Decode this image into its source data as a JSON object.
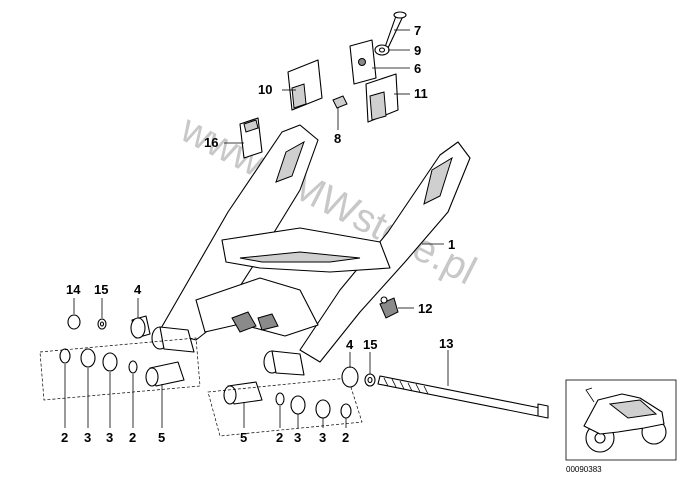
{
  "diagram": {
    "watermark": "www.BMWstore.pl",
    "image_code": "00090383",
    "labels": {
      "l1": "1",
      "l2a": "2",
      "l2b": "2",
      "l2c": "2",
      "l2d": "2",
      "l3a": "3",
      "l3b": "3",
      "l3c": "3",
      "l3d": "3",
      "l4a": "4",
      "l4b": "4",
      "l5a": "5",
      "l5b": "5",
      "l6": "6",
      "l7": "7",
      "l8": "8",
      "l9": "9",
      "l10": "10",
      "l11": "11",
      "l12": "12",
      "l13": "13",
      "l14": "14",
      "l15a": "15",
      "l15b": "15",
      "l16": "16"
    }
  }
}
